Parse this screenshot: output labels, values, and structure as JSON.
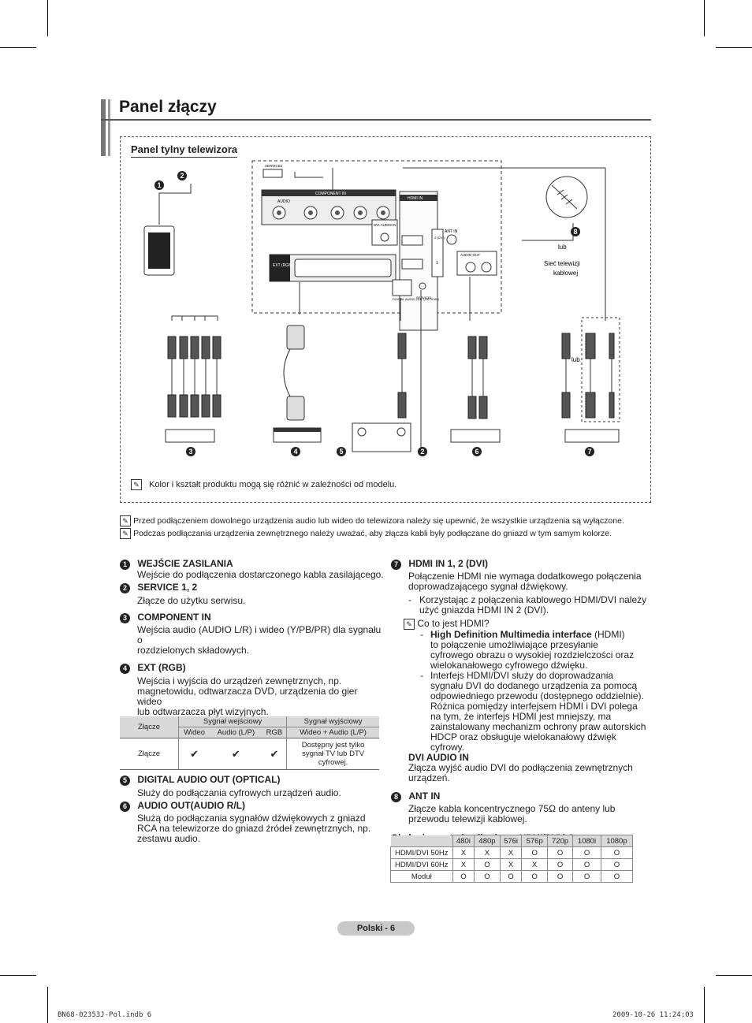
{
  "page": {
    "title": "Panel złączy",
    "rear_panel_title": "Panel tylny telewizora",
    "diagram": {
      "port_labels": {
        "service2": "SERVICE2",
        "component_in": "COMPONENT IN",
        "audio": "AUDIO",
        "hdmi_in": "HDMI IN",
        "dvi_audio_in": "DVI AUDIO IN",
        "ant_in": "ANT IN",
        "audio_out": "AUDIO OUT",
        "ext_rgb": "EXT (RGB)",
        "digital_audio_out": "DIGITAL AUDIO OUT (OPTICAL)",
        "service1": "SERVICE1",
        "hdmi_port_2": "2 (DVI)",
        "hdmi_port_1": "1"
      },
      "lub_1": "lub",
      "lub_2": "lub",
      "cable_tv_1": "Sieć telewizji",
      "cable_tv_2": "kablowej",
      "callouts": [
        "1",
        "2",
        "3",
        "4",
        "5",
        "2",
        "6",
        "7",
        "8"
      ]
    },
    "note_in_frame": "Kolor i kształt produktu mogą się różnić w zależności od modelu.",
    "notes": [
      "Przed podłączeniem dowolnego urządzenia audio lub wideo do telewizora należy się upewnić, że wszystkie urządzenia są wyłączone.",
      "Podczas podłączania urządzenia zewnętrznego należy uważać, aby złącza kabli były podłączane do gniazd w tym samym kolorze."
    ],
    "left_items": {
      "i1_title": "WEJŚCIE ZASILANIA",
      "i1_text": "Wejście do podłączenia dostarczonego kabla zasilającego.",
      "i2_title": "SERVICE 1, 2",
      "i2_text": "Złącze do użytku serwisu.",
      "i3_title": "COMPONENT IN",
      "i3_text_1": "Wejścia audio (AUDIO L/R) i wideo (Y/PB/PR) dla sygnału o",
      "i3_text_2": "rozdzielonych składowych.",
      "i4_title": "EXT (RGB)",
      "i4_text_1": "Wejścia i wyjścia do urządzeń zewnętrznych, np.",
      "i4_text_2": "magnetowidu, odtwarzacza DVD, urządzenia do gier wideo",
      "i4_text_3": "lub odtwarzacza płyt wizyjnych.",
      "spec_title": "Specyfikacja wejść/wyjść",
      "i5_title": "DIGITAL AUDIO OUT (OPTICAL)",
      "i5_text": "Służy do podłączania cyfrowych urządzeń audio.",
      "i6_title": "AUDIO OUT(AUDIO R/L)",
      "i6_text_1": "Służą do podłączania sygnałów dźwiękowych z gniazd",
      "i6_text_2": "RCA na telewizorze do gniazd źródeł zewnętrznych, np.",
      "i6_text_3": "zestawu audio."
    },
    "spec_table": {
      "h_zlacze": "Złącze",
      "h_input": "Sygnał wejściowy",
      "h_output": "Sygnał wyjściowy",
      "sub_video": "Wideo",
      "sub_audio": "Audio (L/P)",
      "sub_rgb": "RGB",
      "sub_out": "Wideo + Audio (L/P)",
      "row_label": "Złącze",
      "check": "✔",
      "out_1": "Dostępny jest tylko",
      "out_2": "sygnał TV lub DTV",
      "out_3": "cyfrowej."
    },
    "right_items": {
      "i7_title": "HDMI IN 1, 2 (DVI)",
      "i7_text_1": "Połączenie HDMI nie wymaga dodatkowego połączenia",
      "i7_text_2": "doprowadzającego sygnał dźwiękowy.",
      "i7_b1_1": "Korzystając z połączenia kablowego HDMI/DVI należy",
      "i7_b1_2": "użyć gniazda HDMI IN 2 (DVI).",
      "i7_note": "Co to jest HDMI?",
      "i7_sb1_bold": "High Definition Multimedia interface",
      "i7_sb1_rest": " (HDMI)",
      "i7_sb1_2": "to połączenie umożliwiające przesyłanie",
      "i7_sb1_3": "cyfrowego obrazu o wysokiej rozdzielczości oraz",
      "i7_sb1_4": "wielokanałowego cyfrowego dźwięku.",
      "i7_sb2_1": "Interfejs HDMI/DVI służy do doprowadzania",
      "i7_sb2_2": "sygnału DVI do dodanego urządzenia za pomocą",
      "i7_sb2_3": "odpowiedniego przewodu (dostępnego oddzielnie).",
      "i7_sb2_4": "Różnica pomiędzy interfejsem HDMI i DVI polega",
      "i7_sb2_5": "na tym, że interfejs HDMI jest mniejszy, ma",
      "i7_sb2_6": "zainstalowany mechanizm ochrony praw autorskich",
      "i7_sb2_7": "HDCP oraz obsługuje wielokanałowy dźwięk cyfrowy.",
      "dvi_title": "DVI AUDIO IN",
      "dvi_text_1": "Złącza wyjść audio DVI do podłączenia zewnętrznych",
      "dvi_text_2": "urządzeń.",
      "i8_title": "ANT IN",
      "i8_text_1": "Złącze kabla koncentrycznego 75Ω do anteny lub",
      "i8_text_2": "przewodu telewizji kablowej.",
      "modes_title": "Obsługiwane tryby dla złączy HDMI/DVI i Component"
    },
    "modes_table": {
      "headers": [
        "480i",
        "480p",
        "576i",
        "576p",
        "720p",
        "1080i",
        "1080p"
      ],
      "rows": [
        {
          "label": "HDMI/DVI 50Hz",
          "cells": [
            "X",
            "X",
            "X",
            "O",
            "O",
            "O",
            "O"
          ]
        },
        {
          "label": "HDMI/DVI 60Hz",
          "cells": [
            "X",
            "O",
            "X",
            "X",
            "O",
            "O",
            "O"
          ]
        },
        {
          "label": "Moduł",
          "cells": [
            "O",
            "O",
            "O",
            "O",
            "O",
            "O",
            "O"
          ]
        }
      ]
    },
    "footer": "Polski - 6",
    "meta_left": "BN68-02353J-Pol.indb   6",
    "meta_right": "2009-10-26   11:24:03"
  }
}
